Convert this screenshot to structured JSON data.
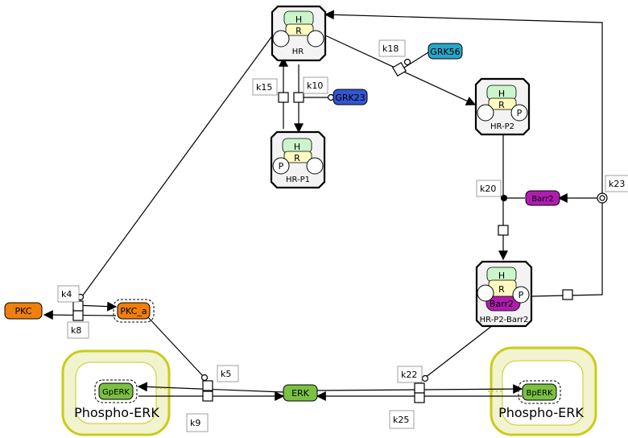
{
  "complexes": {
    "hr": {
      "label": "HR",
      "h": "H",
      "r": "R"
    },
    "hr_p1": {
      "label": "HR-P1",
      "h": "H",
      "r": "R",
      "p": "P"
    },
    "hr_p2": {
      "label": "HR-P2",
      "h": "H",
      "r": "R",
      "p": "P"
    },
    "hr_p2_barr2": {
      "label": "HR-P2-Barr2",
      "h": "H",
      "r": "R",
      "p": "P",
      "barr": "Barr2"
    }
  },
  "species": {
    "grk56": "GRK56",
    "grk23": "GRK23",
    "barr2": "Barr2",
    "pkc": "PKC",
    "pkc_a": "PKC_a",
    "erk": "ERK",
    "gperk": "GpERK",
    "bperk": "BpERK"
  },
  "compartments": {
    "left": "Phospho-ERK",
    "right": "Phospho-ERK"
  },
  "reactions": {
    "k4": "k4",
    "k5": "k5",
    "k8": "k8",
    "k9": "k9",
    "k10": "k10",
    "k15": "k15",
    "k18": "k18",
    "k20": "k20",
    "k22": "k22",
    "k23": "k23",
    "k25": "k25"
  },
  "colors": {
    "grk56": "#2aa5c9",
    "grk23": "#3456d0",
    "barr2": "#b01cb0",
    "pkc": "#f07f0d",
    "erk": "#7ac143",
    "compartment": "#c8cc1a",
    "h_domain": "#ccf5cc",
    "r_domain": "#fffbc0"
  }
}
